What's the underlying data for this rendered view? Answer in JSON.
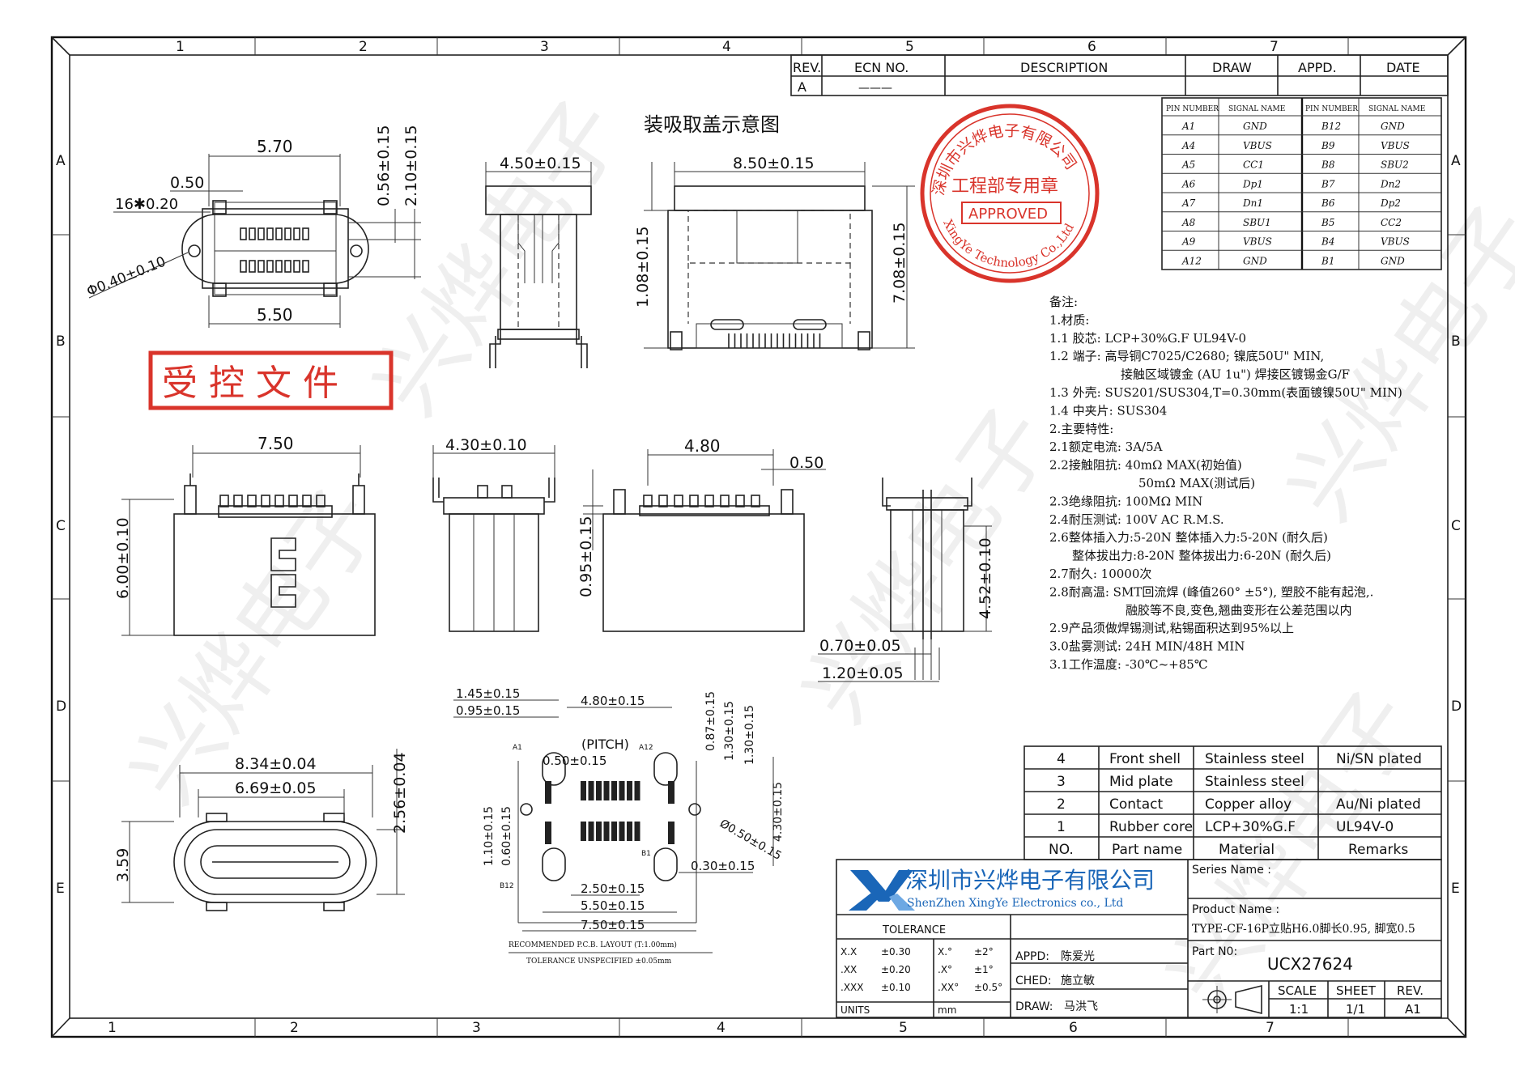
{
  "colors": {
    "stamp_red": "#d9342b",
    "logo_blue": "#1a66b8",
    "ink": "#111111",
    "watermark": "#d6d6d6"
  },
  "frame": {
    "cols": [
      "1",
      "2",
      "3",
      "4",
      "5",
      "6",
      "7"
    ],
    "rows": [
      "A",
      "B",
      "C",
      "D",
      "E"
    ]
  },
  "revision": {
    "headers": [
      "REV.",
      "ECN NO.",
      "DESCRIPTION",
      "DRAW",
      "APPD.",
      "DATE"
    ],
    "row": [
      "A",
      "———",
      "",
      "",
      "",
      ""
    ]
  },
  "pin_table": {
    "headers": [
      "PIN NUMBER",
      "SIGNAL NAME",
      "PIN NUMBER",
      "SIGNAL NAME"
    ],
    "rows": [
      [
        "A1",
        "GND",
        "B12",
        "GND"
      ],
      [
        "A4",
        "VBUS",
        "B9",
        "VBUS"
      ],
      [
        "A5",
        "CC1",
        "B8",
        "SBU2"
      ],
      [
        "A6",
        "Dp1",
        "B7",
        "Dn2"
      ],
      [
        "A7",
        "Dn1",
        "B6",
        "Dp2"
      ],
      [
        "A8",
        "SBU1",
        "B5",
        "CC2"
      ],
      [
        "A9",
        "VBUS",
        "B4",
        "VBUS"
      ],
      [
        "A12",
        "GND",
        "B1",
        "GND"
      ]
    ]
  },
  "stamp": {
    "ring_text": "深圳市兴烨电子有限公司",
    "ring_text_en": "XingYe Technology Co.,Ltd",
    "dept": "工程部专用章",
    "approved": "APPROVED"
  },
  "controlled_doc": "受 控 文 件",
  "view_title": "装吸取盖示意图",
  "dims": {
    "top_570": "5.70",
    "top_050": "0.50",
    "top_16x020": "16✱0.20",
    "top_040": "Φ0.40±0.10",
    "top_550": "5.50",
    "top_056": "0.56±0.15",
    "top_210": "2.10±0.15",
    "side_450": "4.50±0.15",
    "front_850": "8.50±0.15",
    "front_108": "1.08±0.15",
    "front_708": "7.08±0.15",
    "c_750": "7.50",
    "c_600": "6.00±0.10",
    "c_430": "4.30±0.10",
    "c_480": "4.80",
    "c_050": "0.50",
    "c_095": "0.95±0.15",
    "c_452": "4.52±0.10",
    "c_070": "0.70±0.05",
    "c_120": "1.20±0.05",
    "e_834": "8.34±0.04",
    "e_669": "6.69±0.05",
    "e_256": "2.56±0.04",
    "e_359": "3.59",
    "p_145": "1.45±0.15",
    "p_095": "0.95±0.15",
    "p_480": "4.80±0.15",
    "p_087": "0.87±0.15",
    "p_130a": "1.30±0.15",
    "p_130b": "1.30±0.15",
    "p_pitch": "(PITCH)",
    "p_050": "0.50±0.15",
    "p_430": "4.30±0.15",
    "p_050d": "Ø0.50±0.15",
    "p_030": "0.30±0.15",
    "p_110": "1.10±0.15",
    "p_060": "0.60±0.15",
    "p_250": "2.50±0.15",
    "p_550": "5.50±0.15",
    "p_750": "7.50±0.15",
    "p_a1": "A1",
    "p_a12": "A12",
    "p_b1": "B1",
    "p_b12": "B12",
    "p_rec": "RECOMMENDED  P.C.B. LAYOUT (T:1.00mm)",
    "p_tol": "TOLERANCE UNSPECIFIED ±0.05mm"
  },
  "notes": [
    "备注:",
    "1.材质:",
    "1.1 胶芯: LCP+30%G.F UL94V-0",
    "1.2 端子: 高导铜C7025/C2680; 镍底50U\" MIN,",
    "接触区域镀金 (AU 1u\") 焊接区镀锡金G/F",
    "1.3 外壳: SUS201/SUS304,T=0.30mm(表面镀镍50U\" MIN)",
    "1.4 中夹片: SUS304",
    "2.主要特性:",
    "2.1额定电流: 3A/5A",
    "2.2接触阻抗: 40mΩ  MAX(初始值)",
    "50mΩ  MAX(测试后)",
    "2.3绝缘阻抗: 100MΩ  MIN",
    "2.4耐压测试: 100V AC R.M.S.",
    "2.6整体插入力:5-20N  整体插入力:5-20N (耐久后)",
    "整体拔出力:8-20N  整体拔出力:6-20N (耐久后)",
    "2.7耐久: 10000次",
    "2.8耐高温: SMT回流焊 (峰值260° ±5°), 塑胶不能有起泡,.",
    "融胶等不良,变色,翘曲变形在公差范围以内",
    "2.9产品须做焊锡测试,粘锡面积达到95%以上",
    "3.0盐雾测试: 24H MIN/48H MIN",
    "3.1工作温度: -30℃~+85℃"
  ],
  "bom": {
    "rows": [
      [
        "4",
        "Front shell",
        "Stainless steel",
        "Ni/SN plated"
      ],
      [
        "3",
        "Mid plate",
        "Stainless steel",
        ""
      ],
      [
        "2",
        "Contact",
        "Copper alloy",
        "Au/Ni plated"
      ],
      [
        "1",
        "Rubber core",
        "LCP+30%G.F",
        "UL94V-0"
      ]
    ],
    "headers": [
      "NO.",
      "Part name",
      "Material",
      "Remarks"
    ]
  },
  "title_block": {
    "company_cn": "深圳市兴烨电子有限公司",
    "company_en": "ShenZhen XingYe Electronics co., Ltd",
    "series_label": "Series Name :",
    "series_value": "",
    "product_label": "Product Name :",
    "product_value": "TYPE-CF-16P立贴H6.0脚长0.95, 脚宽0.5",
    "part_label": "Part N0:",
    "part_value": "UCX27624",
    "tolerance": "TOLERANCE",
    "tol_rows": [
      [
        "X.X",
        "±0.30",
        "X.°",
        "±2°"
      ],
      [
        ".XX",
        "±0.20",
        ".X°",
        "±1°"
      ],
      [
        ".XXX",
        "±0.10",
        ".XX°",
        "±0.5°"
      ]
    ],
    "units_label": "UNITS",
    "units_value": "mm",
    "appd_label": "APPD:",
    "appd_value": "陈爱光",
    "ched_label": "CHED:",
    "ched_value": "施立敏",
    "draw_label": "DRAW:",
    "draw_value": "马洪飞",
    "scale_label": "SCALE",
    "scale_value": "1:1",
    "sheet_label": "SHEET",
    "sheet_value": "1/1",
    "rev_label": "REV.",
    "rev_value": "A1"
  },
  "watermark": "兴烨电子"
}
